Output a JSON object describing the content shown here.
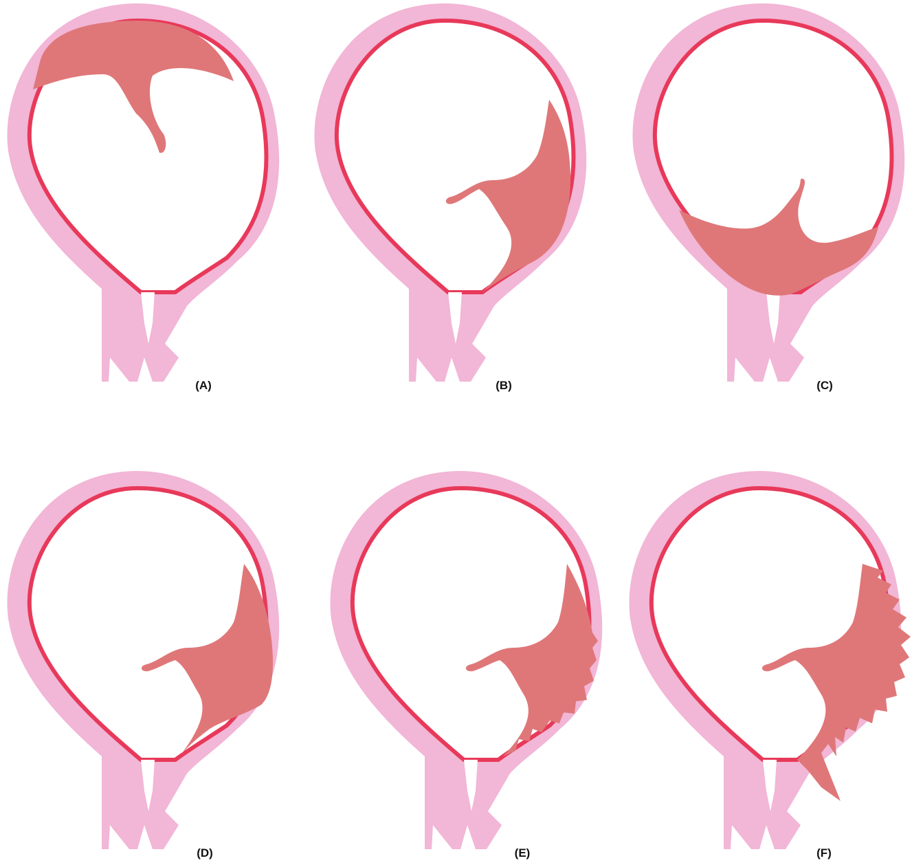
{
  "figure": {
    "panels": [
      {
        "id": "A",
        "label": "(A)",
        "placenta_site": "fundal"
      },
      {
        "id": "B",
        "label": "(B)",
        "placenta_site": "lateral wall"
      },
      {
        "id": "C",
        "label": "(C)",
        "placenta_site": "low-lying"
      },
      {
        "id": "D",
        "label": "(D)",
        "placenta_site": "lateral wall, accreta"
      },
      {
        "id": "E",
        "label": "(E)",
        "placenta_site": "lateral wall, increta"
      },
      {
        "id": "F",
        "label": "(F)",
        "placenta_site": "lateral wall, percreta"
      }
    ],
    "colors": {
      "uterine_wall": "#f2b6d6",
      "decidua_line": "#e8395a",
      "placenta": "#df7779",
      "label_text": "#111111",
      "background": "#ffffff"
    }
  }
}
